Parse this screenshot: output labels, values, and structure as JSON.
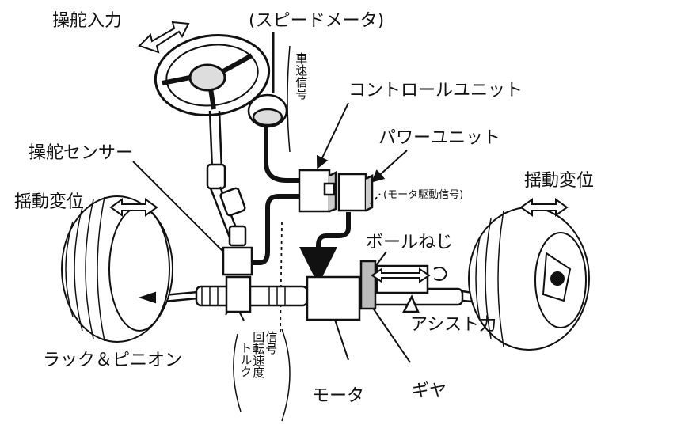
{
  "labels": {
    "steering_input": "操舵入力",
    "speedometer": "(スピードメータ)",
    "vehicle_speed_signal": "車速信号",
    "control_unit": "コントロールユニット",
    "power_unit": "パワーユニット",
    "steering_sensor": "操舵センサー",
    "swing_displacement_left": "揺動変位",
    "swing_displacement_right": "揺動変位",
    "motor_drive_signal": "(モータ駆動信号)",
    "ball_screw": "ボールねじ",
    "assist_force": "アシスト力",
    "rack_and_pinion": "ラック＆ピニオン",
    "torque_rotation_speed_col1": "信号",
    "torque_rotation_speed_col2": "回転速度",
    "torque_rotation_speed_col3": "トルク",
    "motor": "モータ",
    "gear": "ギヤ"
  },
  "colors": {
    "ink": "#111111",
    "fill": "#ffffff",
    "shade": "#cfcfcf"
  }
}
